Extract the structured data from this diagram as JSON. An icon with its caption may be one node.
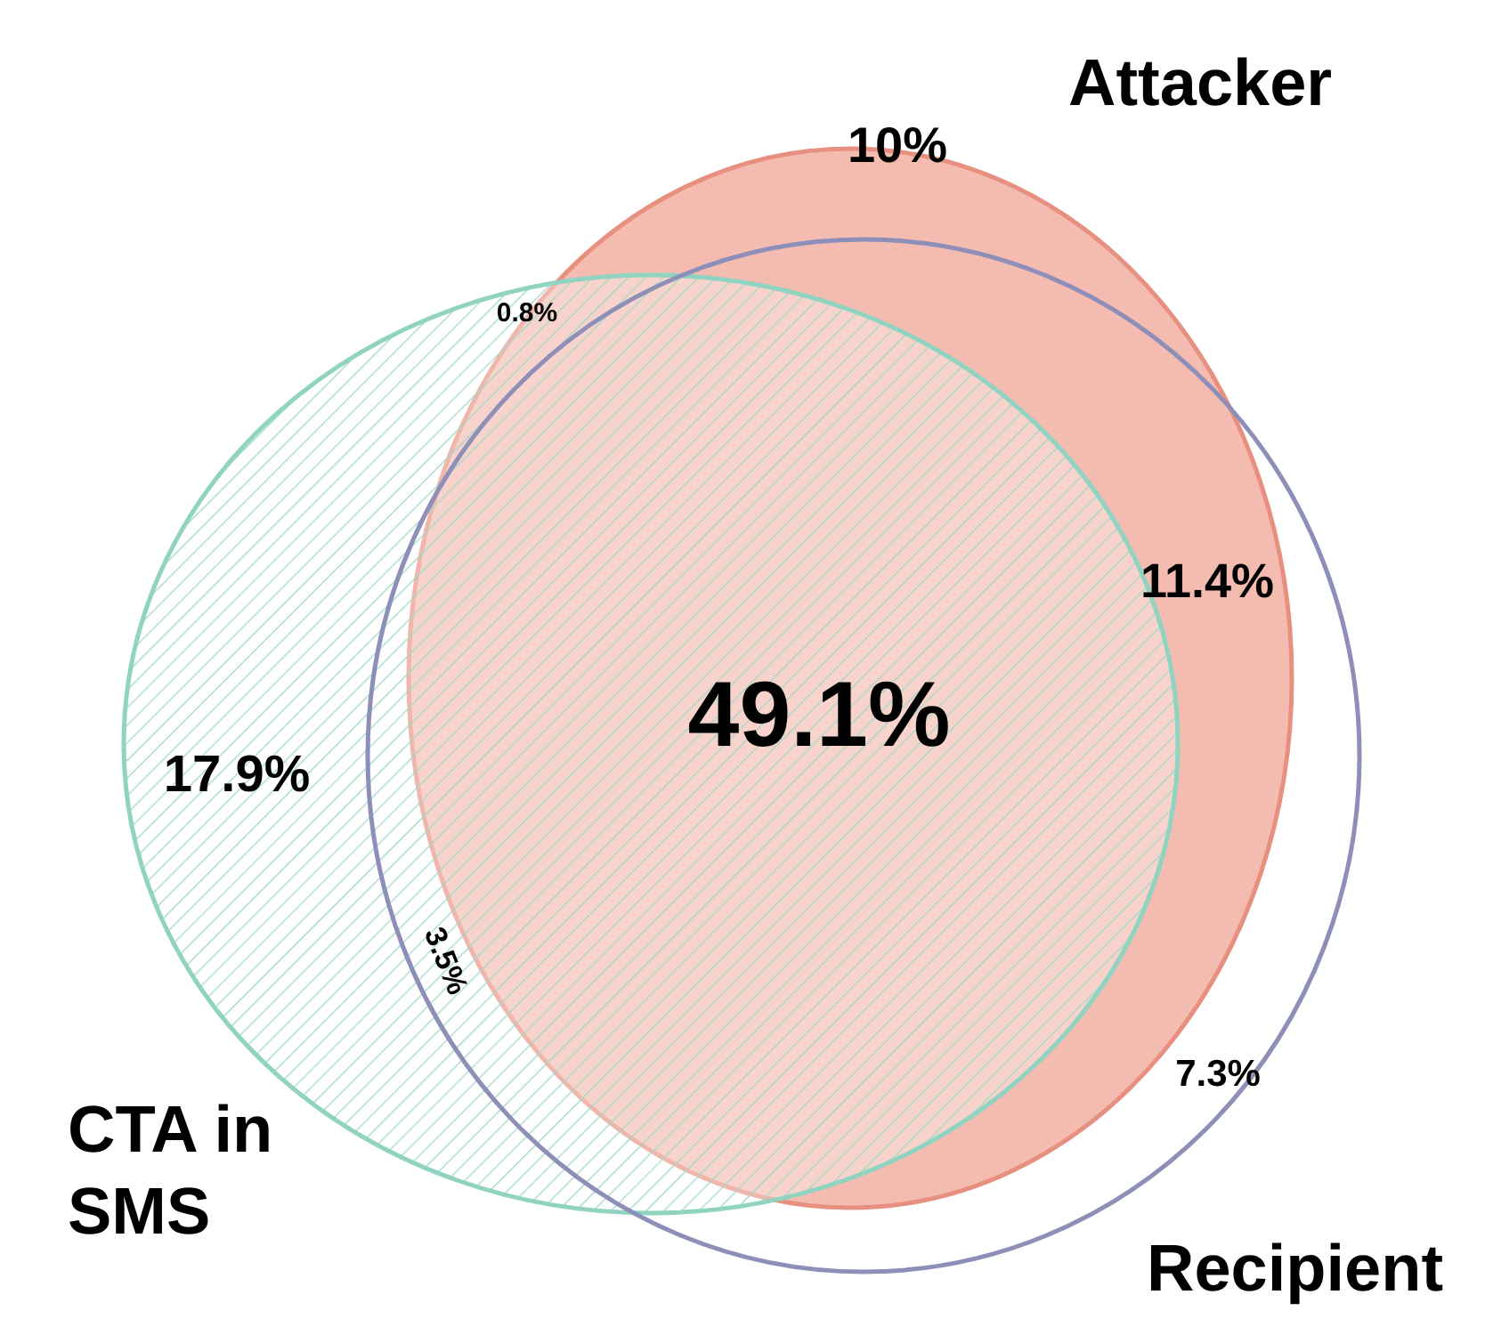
{
  "diagram": {
    "nodes": [
      {
        "text": [
          "Attacker"
        ]
      },
      {
        "text": [
          "CTA in SMS"
        ]
      },
      {
        "text": [
          "Recipient"
        ]
      }
    ],
    "labels": [
      "10%",
      "0.8%",
      "11.4%",
      "49.1%",
      "17.9%",
      "3.5%",
      "7.3%"
    ]
  }
}
